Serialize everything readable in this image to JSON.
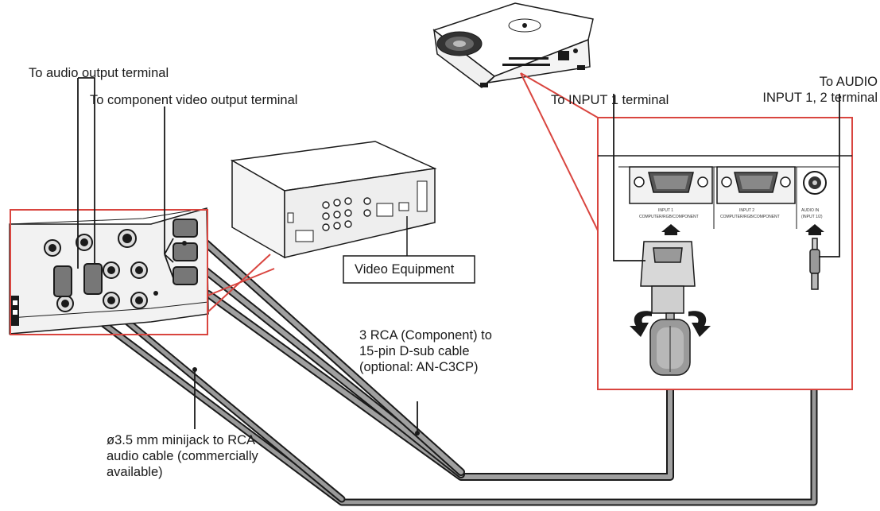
{
  "labels": {
    "audio_output": "To audio output terminal",
    "component_output": "To component video output terminal",
    "input1_terminal": "To INPUT 1 terminal",
    "audio_input_line1": "To AUDIO",
    "audio_input_line2": "INPUT 1, 2 terminal",
    "video_equipment": "Video Equipment",
    "component_cable_line1": "3 RCA (Component) to",
    "component_cable_line2": "15-pin D-sub cable",
    "component_cable_line3": "(optional: AN-C3CP)",
    "audio_cable_line1": "ø3.5 mm minijack to RCA",
    "audio_cable_line2": "audio cable (commercially",
    "audio_cable_line3": "available)"
  },
  "panel": {
    "input1_label": "INPUT 1",
    "input1_sub": "COMPUTER/RGB/COMPONENT",
    "input2_label": "INPUT 2",
    "input2_sub": "COMPUTER/RGB/COMPONENT",
    "audio_in_label": "AUDIO IN",
    "audio_in_sub": "(INPUT 1/2)"
  },
  "colors": {
    "callout_red": "#d9453f",
    "cable_gray": "#8a8a8a",
    "line_black": "#1a1a1a"
  }
}
